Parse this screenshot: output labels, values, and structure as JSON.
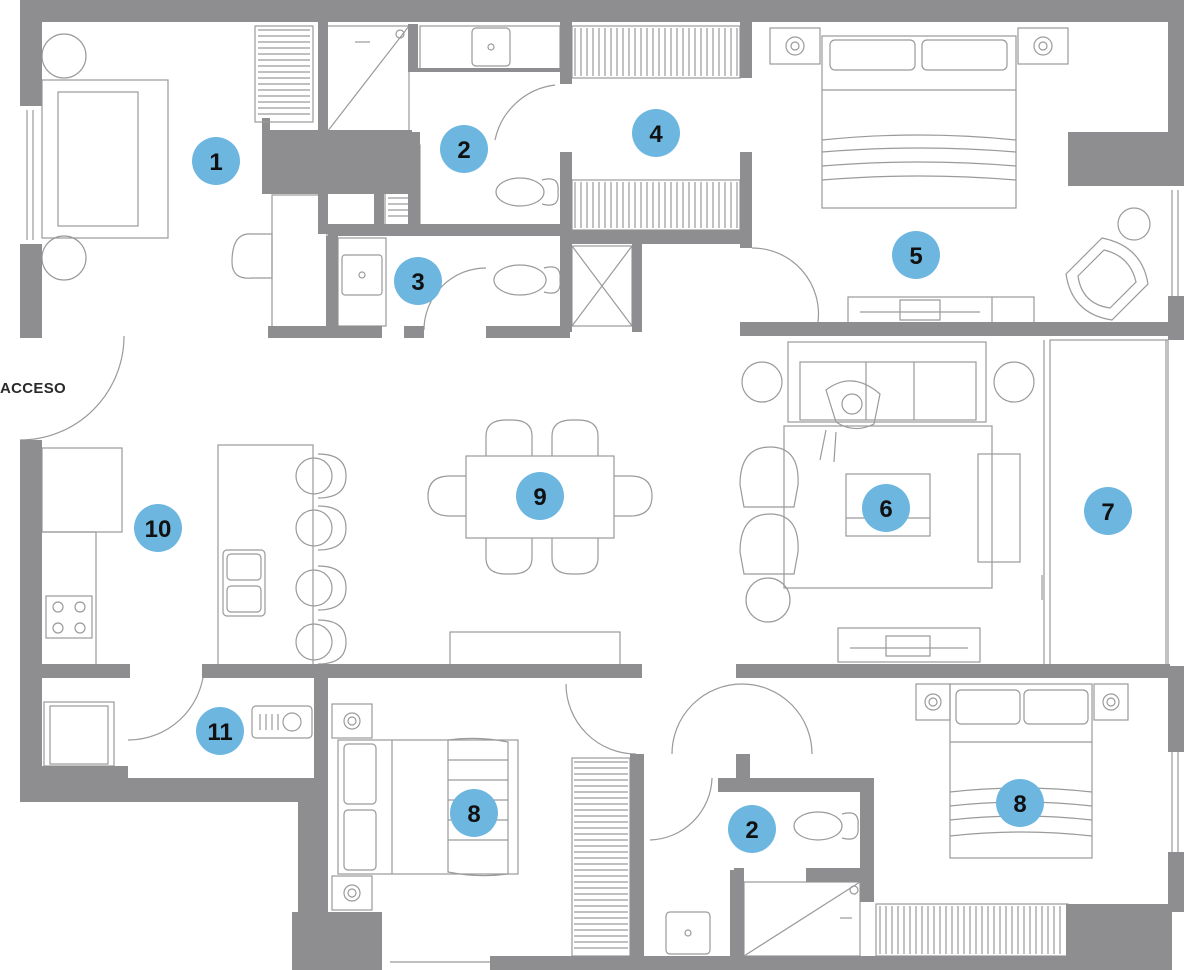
{
  "entrance_label": "ACCESO",
  "colors": {
    "wall": "#8e8e91",
    "badge": "#6db6e0",
    "furniture_line": "#9a9a9a"
  },
  "rooms": [
    {
      "id": "r1",
      "number": "1"
    },
    {
      "id": "r2a",
      "number": "2"
    },
    {
      "id": "r3",
      "number": "3"
    },
    {
      "id": "r4",
      "number": "4"
    },
    {
      "id": "r5",
      "number": "5"
    },
    {
      "id": "r6",
      "number": "6"
    },
    {
      "id": "r7",
      "number": "7"
    },
    {
      "id": "r8a",
      "number": "8"
    },
    {
      "id": "r8b",
      "number": "8"
    },
    {
      "id": "r9",
      "number": "9"
    },
    {
      "id": "r10",
      "number": "10"
    },
    {
      "id": "r11",
      "number": "11"
    },
    {
      "id": "r2b",
      "number": "2"
    }
  ]
}
